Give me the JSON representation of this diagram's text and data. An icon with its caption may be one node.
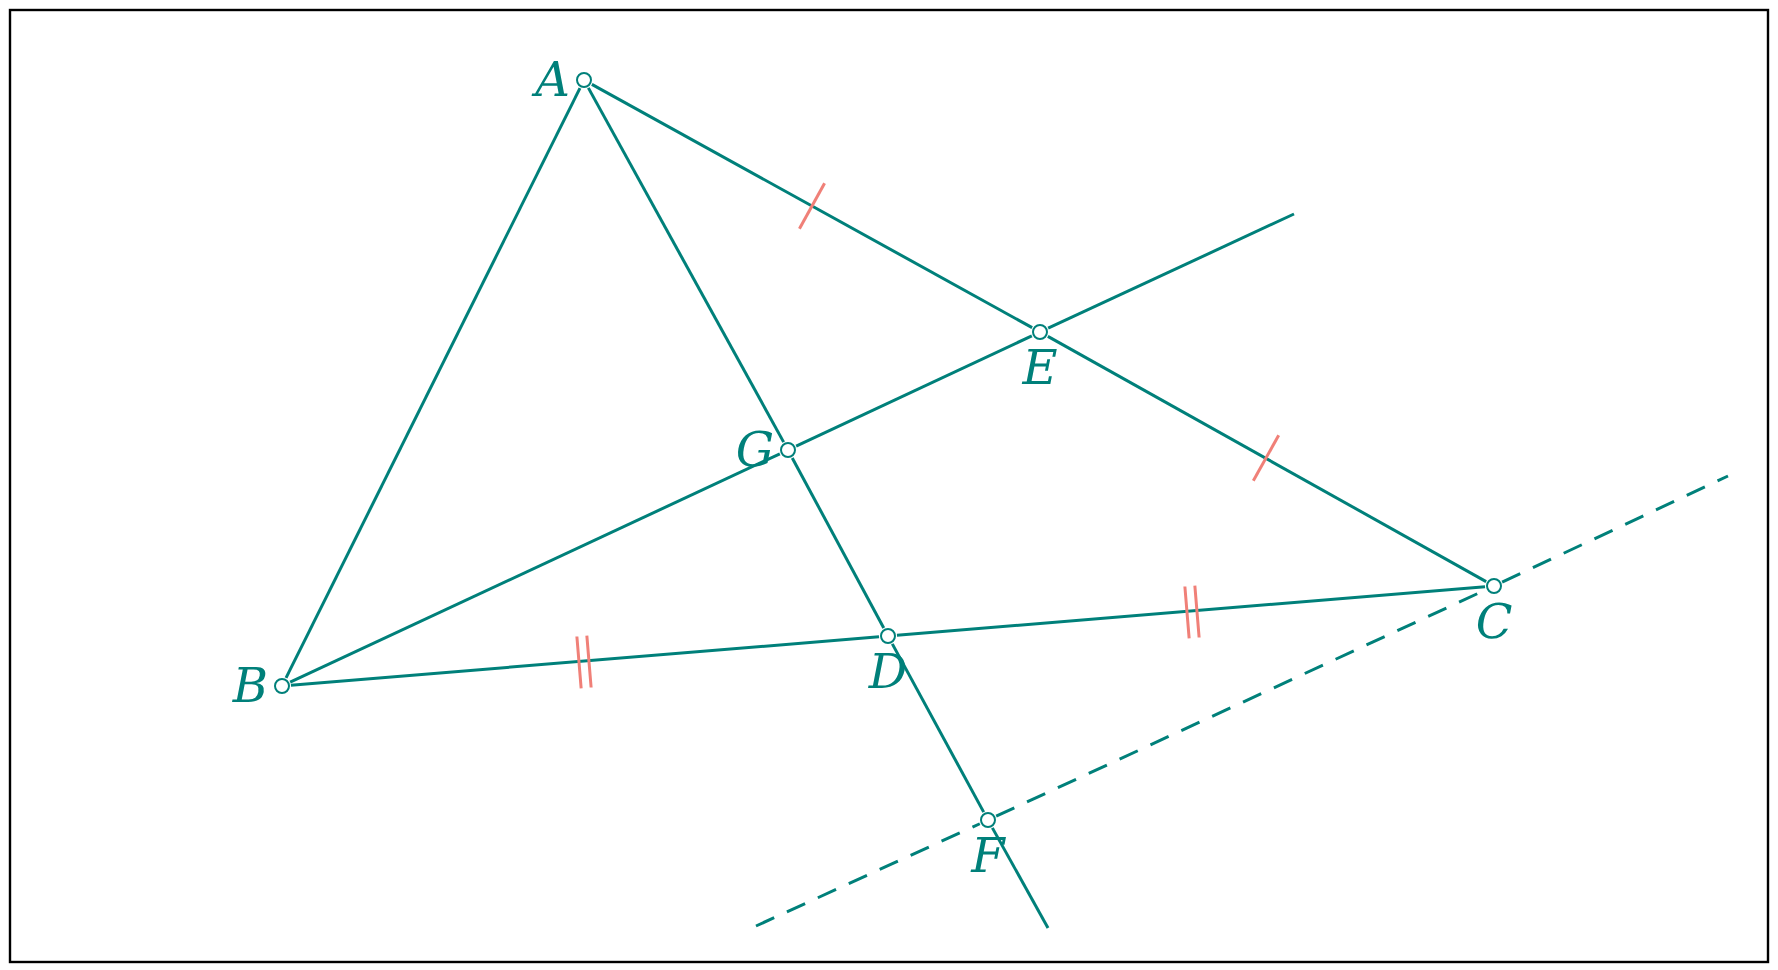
{
  "diagram": {
    "nodes": [
      {
        "text": [
          "A"
        ]
      },
      {
        "text": [
          "B"
        ]
      },
      {
        "text": [
          "C"
        ]
      },
      {
        "text": [
          "D"
        ]
      },
      {
        "text": [
          "E"
        ]
      },
      {
        "text": [
          "F"
        ]
      },
      {
        "text": [
          "G"
        ]
      }
    ],
    "edges": [
      {
        "from": 0,
        "to": 1,
        "arrow": "none"
      },
      {
        "from": 0,
        "to": 4,
        "arrow": "none"
      },
      {
        "from": 4,
        "to": 2,
        "arrow": "none"
      },
      {
        "from": 1,
        "to": 3,
        "arrow": "none"
      },
      {
        "from": 3,
        "to": 2,
        "arrow": "none"
      },
      {
        "from": 0,
        "to": 6,
        "arrow": "none"
      },
      {
        "from": 6,
        "to": 3,
        "arrow": "none"
      },
      {
        "from": 3,
        "to": 5,
        "arrow": "none"
      },
      {
        "from": 5,
        "to": null,
        "arrow": "none"
      },
      {
        "from": 1,
        "to": 6,
        "arrow": "none"
      },
      {
        "from": 6,
        "to": 4,
        "arrow": "none"
      },
      {
        "from": 4,
        "to": null,
        "arrow": "none"
      },
      {
        "from": null,
        "to": 5,
        "arrow": "none",
        "style": "dashed"
      },
      {
        "from": 5,
        "to": 2,
        "arrow": "none",
        "style": "dashed"
      },
      {
        "from": 2,
        "to": null,
        "arrow": "none",
        "style": "dashed"
      }
    ]
  }
}
